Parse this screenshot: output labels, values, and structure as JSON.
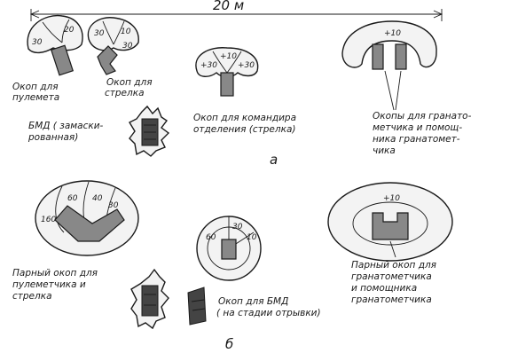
{
  "diagram": {
    "distance": "20 м",
    "part_a": {
      "label": "а",
      "mg_trench": {
        "caption": [
          "Окоп для",
          "пулемета"
        ],
        "sectors": [
          "30",
          "20"
        ]
      },
      "rifle_trench": {
        "caption": [
          "Окоп для",
          "стрелка"
        ],
        "sectors": [
          "30",
          "10",
          "30"
        ]
      },
      "bmd": {
        "caption": [
          "БМД ( замаски-",
          "рованная)"
        ]
      },
      "commander_trench": {
        "caption": [
          "Окоп для командира",
          "отделения (стрелка)"
        ],
        "sectors": [
          "+10",
          "+30",
          "+30"
        ]
      },
      "grenadier_trenches": {
        "caption": [
          "Окопы для гранато-",
          "метчика и помощ-",
          "ника гранатомет-",
          "чика"
        ],
        "sectors": [
          "+10"
        ]
      }
    },
    "part_b": {
      "label": "б",
      "pair_mg": {
        "caption": [
          "Парный окоп для",
          "пулеметчика и",
          "стрелка"
        ],
        "sectors": [
          "160",
          "60",
          "40",
          "30"
        ]
      },
      "bmd_trench": {
        "caption": [
          "Окоп для БМД",
          "( на стадии отрывки)"
        ],
        "sectors": [
          "60",
          "30",
          "10"
        ]
      },
      "pair_grenadier": {
        "caption": [
          "Парный окоп для",
          "гранатометчика",
          "и помощника",
          "гранатометчика"
        ],
        "sectors": [
          "+10"
        ]
      }
    }
  }
}
